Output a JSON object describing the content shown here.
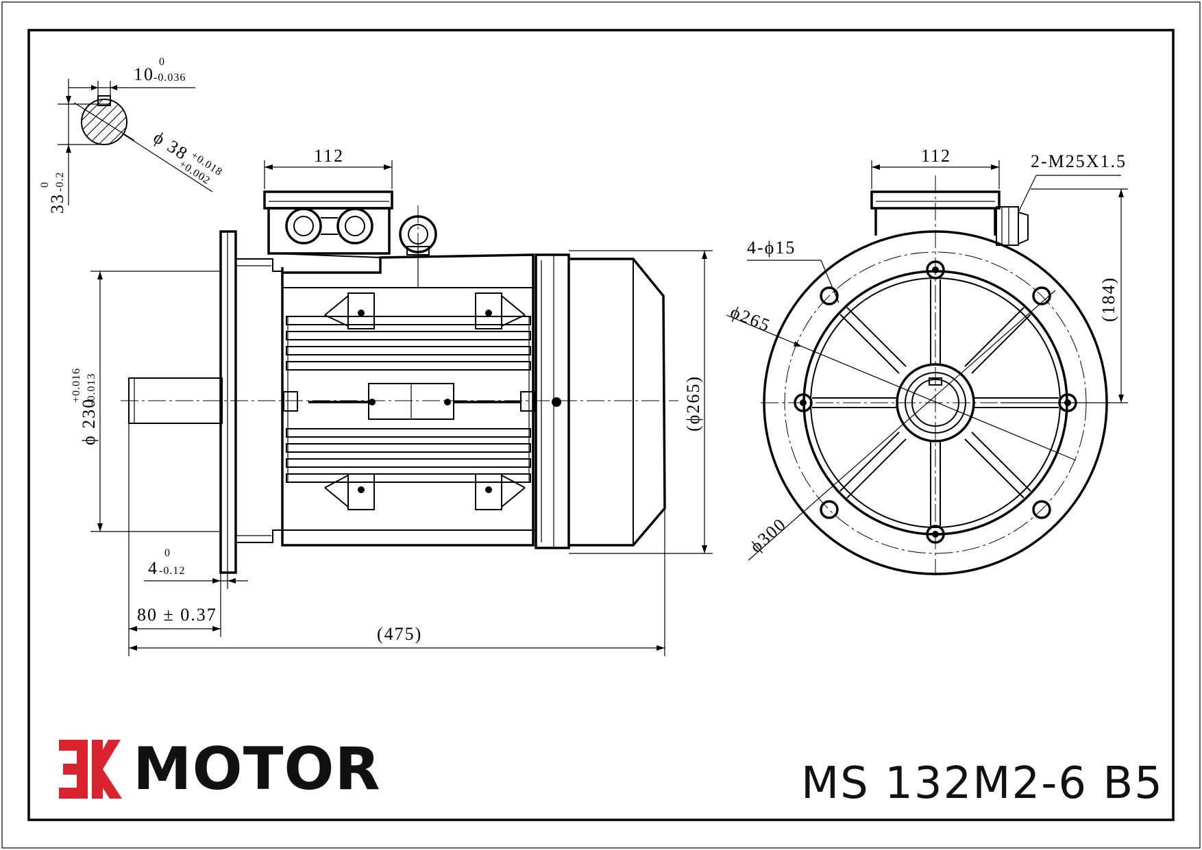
{
  "brand": {
    "name": "MOTOR",
    "logo_mark": "3K",
    "logo_color": "#d9232e"
  },
  "model": "MS 132M2-6 B5",
  "dimensions": {
    "key_width": "10",
    "key_width_tol_upper": "0",
    "key_width_tol_lower": "-0.036",
    "shaft_height": "33",
    "shaft_height_tol_upper": "0",
    "shaft_height_tol_lower": "-0.2",
    "shaft_dia": "ϕ 38",
    "shaft_dia_tol_upper": "+0.018",
    "shaft_dia_tol_lower": "+0.002",
    "terminal_box_width_side": "112",
    "terminal_box_width_front": "112",
    "cable_gland": "2-M25X1.5",
    "spigot_dia": "ϕ 230",
    "spigot_dia_tol_upper": "+0.016",
    "spigot_dia_tol_lower": "-0.013",
    "body_dia": "(ϕ265)",
    "spigot_depth": "4",
    "spigot_depth_tol_upper": "0",
    "spigot_depth_tol_lower": "-0.12",
    "shaft_length": "80 ± 0.37",
    "overall_length": "(475)",
    "holes": "4-ϕ15",
    "pcd": "ϕ265",
    "flange_dia": "ϕ300",
    "total_height": "(184)"
  }
}
